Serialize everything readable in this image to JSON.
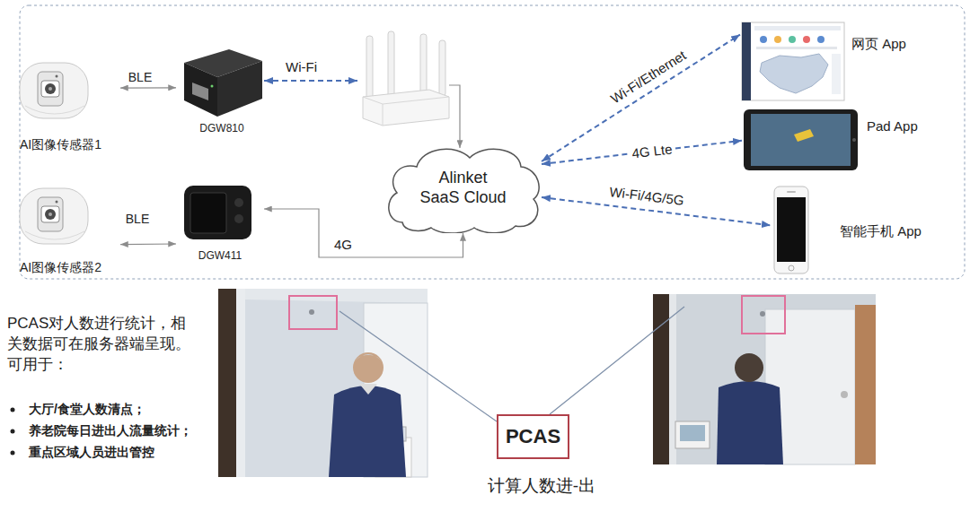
{
  "diagram": {
    "caption": "计算人数进-出",
    "nodes": [
      {
        "text": [
          "AI图像传感器1"
        ]
      },
      {
        "text": [
          "DGW810"
        ]
      },
      {
        "text": [
          "Alinket SaaS Cloud"
        ]
      },
      {
        "text": [
          "网页 App"
        ]
      },
      {
        "text": [
          "Pad App"
        ]
      },
      {
        "text": [
          "智能手机 App"
        ]
      },
      {
        "text": [
          "AI图像传感器2"
        ]
      },
      {
        "text": [
          "DGW411"
        ]
      },
      {
        "text": [
          "PCAS"
        ]
      }
    ],
    "edges": [
      {
        "from": 0,
        "to": 1,
        "arrow": "both",
        "label": "BLE"
      },
      {
        "from": 2,
        "to": 3,
        "arrow": "both",
        "label": "Wi-Fi/Ethernet"
      },
      {
        "from": 2,
        "to": 4,
        "arrow": "both",
        "label": "4G Lte"
      },
      {
        "from": 2,
        "to": 5,
        "arrow": "both",
        "label": "Wi-Fi/4G/5G"
      },
      {
        "from": 6,
        "to": 7,
        "arrow": "both",
        "label": "BLE"
      },
      {
        "from": 7,
        "to": 2,
        "arrow": "both",
        "label": "4G"
      }
    ],
    "labels": [
      "Wi-Fi",
      "PCAS对人数进行统计，相关数据可在服务器端呈现。",
      "可用于：",
      "大厅/食堂人数清点；",
      "养老院每日进出人流量统计；",
      "重点区域人员进出管控"
    ]
  }
}
